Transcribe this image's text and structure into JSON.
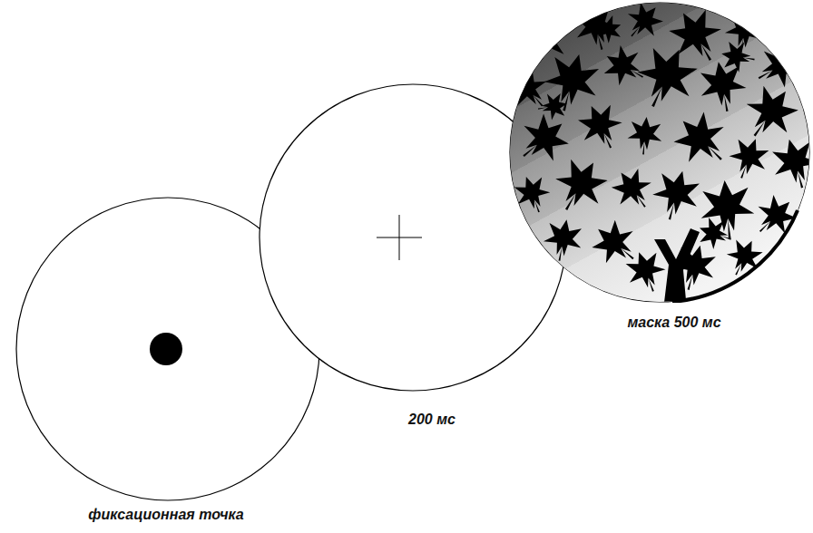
{
  "diagram": {
    "nodes": [
      {
        "text": [
          "фиксационная точка"
        ]
      },
      {
        "text": [
          "200 мс"
        ]
      },
      {
        "text": [
          "маска 500 мс"
        ]
      }
    ]
  }
}
